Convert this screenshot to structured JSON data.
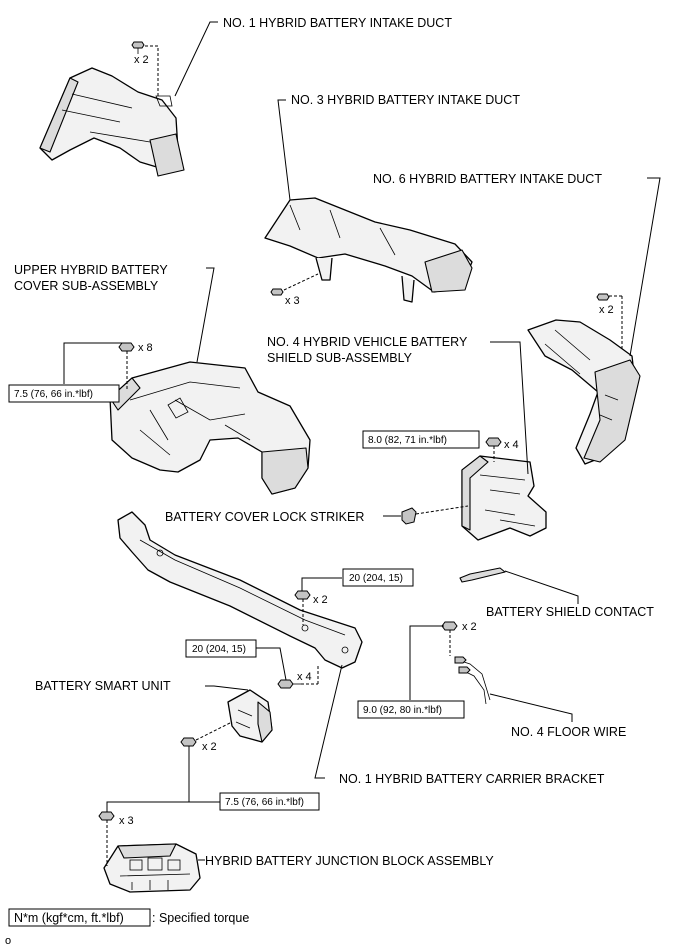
{
  "labels": {
    "no1_intake_duct": "NO. 1 HYBRID BATTERY INTAKE DUCT",
    "no3_intake_duct": "NO. 3 HYBRID BATTERY INTAKE DUCT",
    "no6_intake_duct": "NO. 6 HYBRID BATTERY INTAKE DUCT",
    "upper_cover_line1": "UPPER HYBRID BATTERY",
    "upper_cover_line2": "COVER SUB-ASSEMBLY",
    "no4_shield_line1": "NO. 4 HYBRID VEHICLE BATTERY",
    "no4_shield_line2": "SHIELD SUB-ASSEMBLY",
    "lock_striker": "BATTERY COVER LOCK STRIKER",
    "shield_contact": "BATTERY SHIELD CONTACT",
    "smart_unit": "BATTERY SMART UNIT",
    "floor_wire": "NO. 4 FLOOR WIRE",
    "carrier_bracket": "NO. 1 HYBRID BATTERY CARRIER BRACKET",
    "junction_block": "HYBRID BATTERY JUNCTION BLOCK ASSEMBLY"
  },
  "quantities": {
    "q_duct1": "x 2",
    "q_duct3": "x 3",
    "q_duct6": "x 2",
    "q_cover": "x 8",
    "q_shield": "x 4",
    "q_bracket_top": "x 2",
    "q_bracket_side": "x 4",
    "q_floor": "x 2",
    "q_smart": "x 2",
    "q_junction": "x 3"
  },
  "torques": {
    "cover": "7.5 (76, 66 in.*lbf)",
    "shield": "8.0 (82, 71 in.*lbf)",
    "bracket_top": "20 (204, 15)",
    "bracket_side": "20 (204, 15)",
    "floor_wire": "9.0 (92, 80 in.*lbf)",
    "smart_unit": "7.5 (76, 66 in.*lbf)"
  },
  "legend": {
    "unit_box": "N*m (kgf*cm, ft.*lbf)",
    "description": ": Specified torque"
  },
  "figure_id": "o"
}
